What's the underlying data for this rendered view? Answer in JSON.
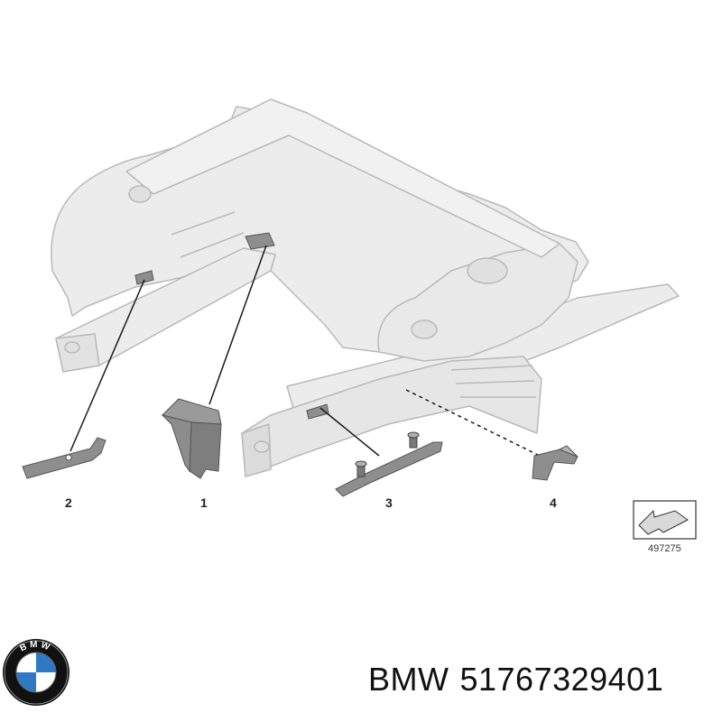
{
  "callouts": [
    "1",
    "2",
    "3",
    "4"
  ],
  "reference_number": "497275",
  "brand_logo": {
    "text": "BMW",
    "colors": {
      "ring": "#111111",
      "blue": "#2f78c4",
      "white": "#ffffff"
    }
  },
  "caption": {
    "brand": "BMW",
    "part_number": "51767329401"
  },
  "colors": {
    "body_fill": "#ececec",
    "body_stroke": "#b9b9b9",
    "part_fill": "#8e8e8e",
    "leader_line": "#1a1a1a"
  }
}
